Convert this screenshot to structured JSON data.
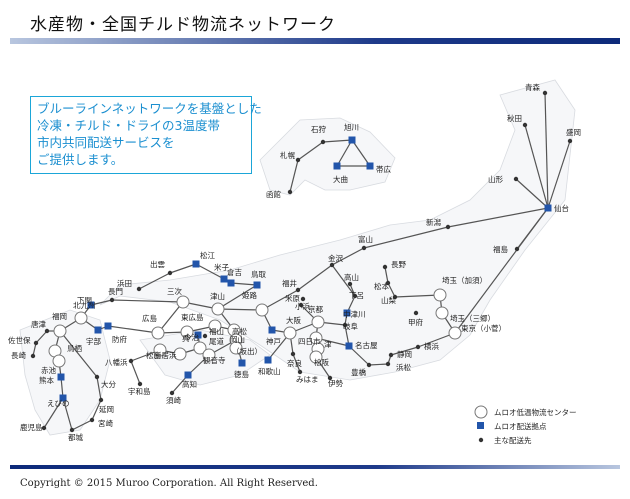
{
  "title": "水産物・全国チルド物流ネットワーク",
  "tagline": [
    "ブルーラインネットワークを基盤とした",
    "冷凍・チルド・ドライの3温度帯",
    "市内共同配送サービスを",
    "ご提供します。"
  ],
  "copyright": "Copyright © 2015 Muroo Corporation. All Right Reserved.",
  "legend": {
    "center": "ムロオ低温物流センター",
    "base": "ムロオ配送拠点",
    "dest": "主な配送先"
  },
  "colors": {
    "route": "#555555",
    "base": "#2255aa",
    "dest": "#333333",
    "tagline": "#1b8fd0"
  },
  "places": {
    "hokkaido": [
      "石狩",
      "旭川",
      "札幌",
      "帯広",
      "大曲",
      "函館"
    ],
    "tohoku": [
      "青森",
      "秋田",
      "盛岡",
      "山形",
      "仙台",
      "福島"
    ],
    "kanto": [
      "新潟",
      "富山",
      "長野",
      "松本",
      "山梨",
      "甲府",
      "埼玉（加須）",
      "埼玉（三郷）",
      "東京（小菅）",
      "横浜",
      "静岡",
      "豊橋",
      "浜松"
    ],
    "chubu": [
      "金沢",
      "福井",
      "小浜",
      "高山",
      "下呂",
      "中津川",
      "岐阜",
      "名古屋",
      "四日市",
      "津",
      "松阪",
      "伊勢"
    ],
    "kinki": [
      "米原",
      "京都",
      "姫路",
      "大阪",
      "神戸",
      "奈良",
      "和歌山",
      "みはま"
    ],
    "chugoku": [
      "松江",
      "米子",
      "倉吉",
      "鳥取",
      "出雲",
      "浜田",
      "三次",
      "津山",
      "岡山",
      "福山",
      "広島",
      "東広島",
      "呉",
      "尾道",
      "防府",
      "宇部",
      "下関",
      "長門",
      "北九州"
    ],
    "shikoku": [
      "今治",
      "松山",
      "新居浜",
      "観音寺",
      "高松",
      "（坂出）",
      "徳島",
      "高知",
      "須崎",
      "八幡浜",
      "宇和島"
    ],
    "kyushu": [
      "福岡",
      "唐津",
      "佐世保",
      "長崎",
      "鳥栖",
      "赤池",
      "熊本",
      "大分",
      "えびの",
      "延岡",
      "宮崎",
      "都城",
      "鹿児島"
    ]
  }
}
